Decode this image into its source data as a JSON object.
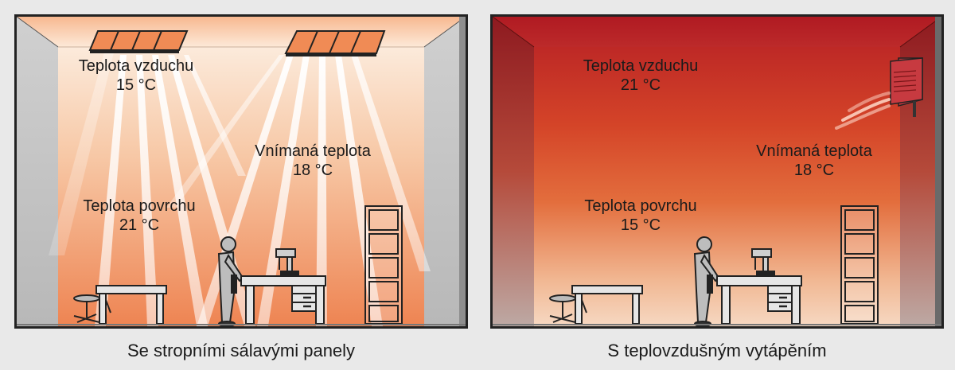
{
  "left_panel": {
    "air_temp": {
      "label": "Teplota vzduchu",
      "value": "15 °C"
    },
    "perceived_temp": {
      "label": "Vnímaná teplota",
      "value": "18 °C"
    },
    "surface_temp": {
      "label": "Teplota povrchu",
      "value": "21 °C"
    },
    "caption": "Se stropními sálavými panely"
  },
  "right_panel": {
    "air_temp": {
      "label": "Teplota vzduchu",
      "value": "21 °C"
    },
    "perceived_temp": {
      "label": "Vnímaná teplota",
      "value": "18 °C"
    },
    "surface_temp": {
      "label": "Teplota povrchu",
      "value": "15 °C"
    },
    "caption": "S teplovzdušným vytápěním"
  },
  "colors": {
    "radiant_light": "#fdf2e4",
    "radiant_warm": "#ee8452",
    "air_hot": "#b51e25",
    "air_warm": "#e0602f",
    "air_cool": "#f4d0b8",
    "wall_grey": "#c8c8c8"
  }
}
